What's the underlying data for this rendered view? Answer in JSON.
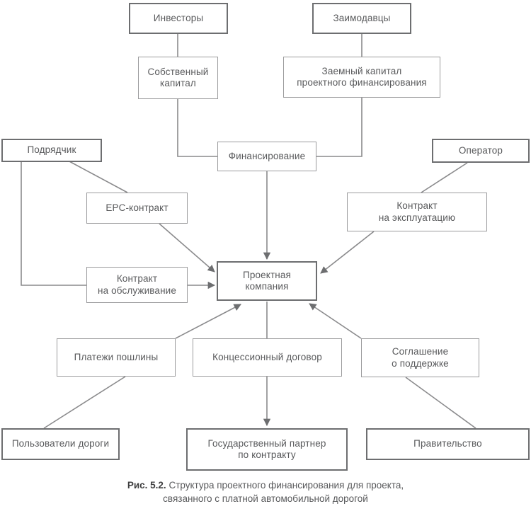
{
  "figure": {
    "number_label": "Рис. 5.2.",
    "caption_line1": "Структура проектного финансирования для проекта,",
    "caption_line2": "связанного с платной автомобильной дорогой"
  },
  "colors": {
    "box_border": "#9b9b9d",
    "box_border_strong": "#6d6e70",
    "text": "#58595b",
    "connector": "#8a8a8c",
    "background": "#ffffff"
  },
  "nodes": [
    {
      "id": "investors",
      "label": "Инвесторы"
    },
    {
      "id": "lenders",
      "label": "Заимодавцы"
    },
    {
      "id": "equity",
      "label": "Собственный\nкапитал"
    },
    {
      "id": "debt",
      "label": "Заемный капитал\nпроектного финансирования"
    },
    {
      "id": "financing",
      "label": "Финансирование"
    },
    {
      "id": "contractor",
      "label": "Подрядчик"
    },
    {
      "id": "operator",
      "label": "Оператор"
    },
    {
      "id": "epc",
      "label": "EPC-контракт"
    },
    {
      "id": "operation",
      "label": "Контракт\nна эксплуатацию"
    },
    {
      "id": "service",
      "label": "Контракт\nна обслуживание"
    },
    {
      "id": "project_company",
      "label": "Проектная\nкомпания"
    },
    {
      "id": "toll_payments",
      "label": "Платежи пошлины"
    },
    {
      "id": "concession",
      "label": "Концессионный договор"
    },
    {
      "id": "support",
      "label": "Соглашение\nо поддержке"
    },
    {
      "id": "road_users",
      "label": "Пользователи дороги"
    },
    {
      "id": "public_partner",
      "label": "Государственный партнер\nпо контракту"
    },
    {
      "id": "government",
      "label": "Правительство"
    }
  ],
  "connections": [
    {
      "from": "investors",
      "to": "equity",
      "arrow": false
    },
    {
      "from": "lenders",
      "to": "debt",
      "arrow": false
    },
    {
      "from": "equity",
      "to": "financing",
      "arrow": false
    },
    {
      "from": "debt",
      "to": "financing",
      "arrow": false
    },
    {
      "from": "financing",
      "to": "project_company",
      "arrow": true
    },
    {
      "from": "contractor",
      "to": "epc",
      "arrow": false
    },
    {
      "from": "contractor",
      "to": "service",
      "arrow": false
    },
    {
      "from": "epc",
      "to": "project_company",
      "arrow": true
    },
    {
      "from": "service",
      "to": "project_company",
      "arrow": true
    },
    {
      "from": "operator",
      "to": "operation",
      "arrow": false
    },
    {
      "from": "operation",
      "to": "project_company",
      "arrow": true
    },
    {
      "from": "toll_payments",
      "to": "project_company",
      "arrow": true
    },
    {
      "from": "concession",
      "to": "project_company",
      "arrow": false
    },
    {
      "from": "support",
      "to": "project_company",
      "arrow": true
    },
    {
      "from": "road_users",
      "to": "toll_payments",
      "arrow": false
    },
    {
      "from": "concession",
      "to": "public_partner",
      "arrow": true
    },
    {
      "from": "government",
      "to": "support",
      "arrow": false
    }
  ]
}
